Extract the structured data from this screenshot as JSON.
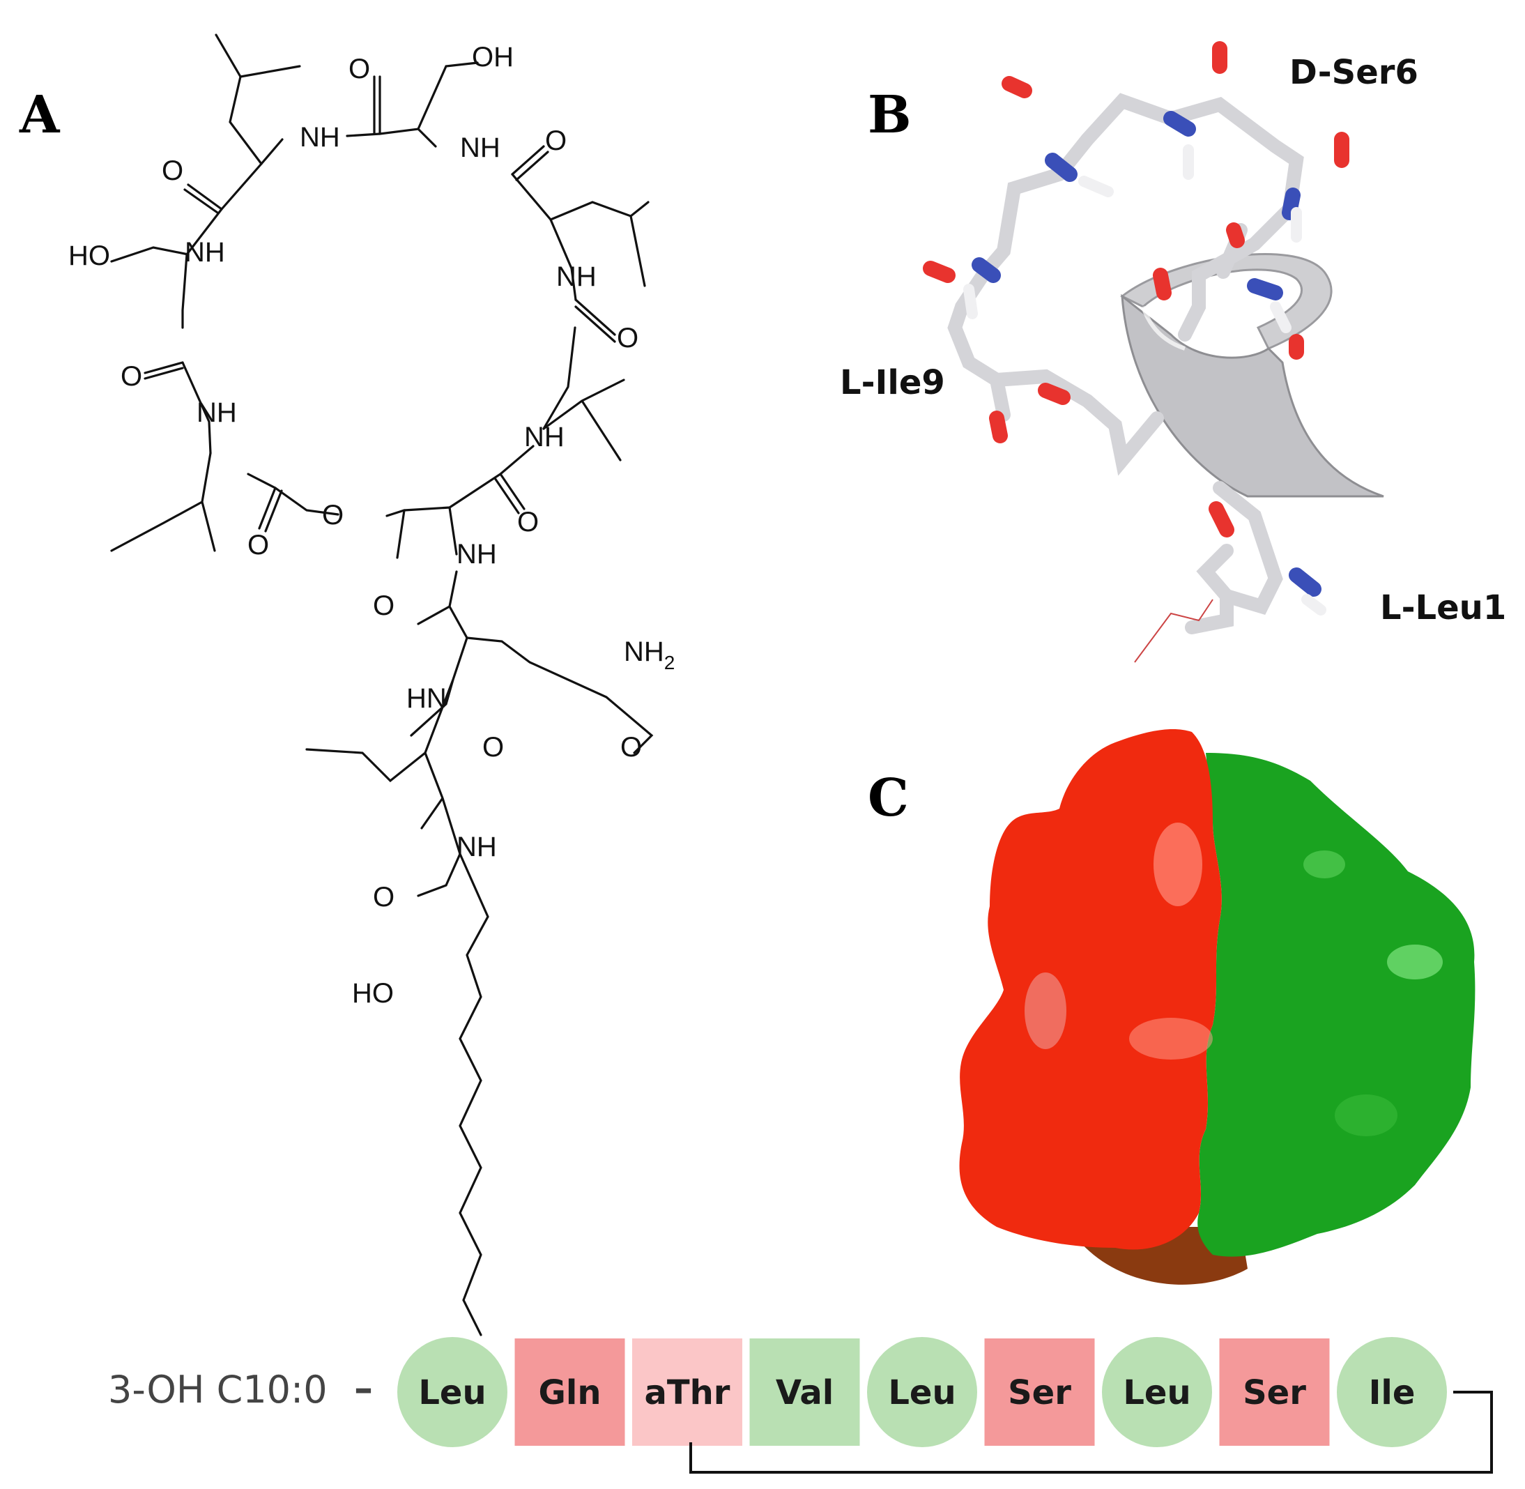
{
  "panels": {
    "a": "A",
    "b": "B",
    "c": "C"
  },
  "structure_labels": {
    "oh_top": "OH",
    "nh_1": "NH",
    "nh_2": "NH",
    "o_1": "O",
    "o_2": "O",
    "o_3": "O",
    "ho_left": "HO",
    "nh_3": "NH",
    "nh_4": "NH",
    "o_4": "O",
    "o_5": "O",
    "nh_5": "NH",
    "nh_6": "NH",
    "o_ring": "O",
    "o_6": "O",
    "o_7": "O",
    "nh_7": "NH",
    "o_8": "O",
    "nh2": "NH",
    "nh2_sub": "2",
    "hn": "HN",
    "o_9": "O",
    "o_10": "O",
    "nh_8": "NH",
    "o_11": "O",
    "ho_chain": "HO"
  },
  "residue_labels": {
    "d_ser6": "D-Ser6",
    "l_ile9": "L-Ile9",
    "l_leu1": "L-Leu1"
  },
  "sequence": {
    "lipid": "3-OH C10:0",
    "dash": "–",
    "residues": [
      {
        "label": "Leu",
        "shape": "circle",
        "color": "#b9e0b3"
      },
      {
        "label": "Gln",
        "shape": "square",
        "color": "#f4999a"
      },
      {
        "label": "aThr",
        "shape": "square",
        "color": "#fbc6c7"
      },
      {
        "label": "Val",
        "shape": "square",
        "color": "#b9e0b3"
      },
      {
        "label": "Leu",
        "shape": "circle",
        "color": "#b9e0b3"
      },
      {
        "label": "Ser",
        "shape": "square",
        "color": "#f4999a"
      },
      {
        "label": "Leu",
        "shape": "circle",
        "color": "#b9e0b3"
      },
      {
        "label": "Ser",
        "shape": "square",
        "color": "#f4999a"
      },
      {
        "label": "Ile",
        "shape": "circle",
        "color": "#b9e0b3"
      }
    ]
  },
  "colors": {
    "hydrophobic_surface": "#1aa320",
    "hydrophilic_surface": "#f02a0f",
    "nitrogen": "#3a4fb8",
    "oxygen": "#e8332e",
    "carbon": "#d8d8dc"
  }
}
